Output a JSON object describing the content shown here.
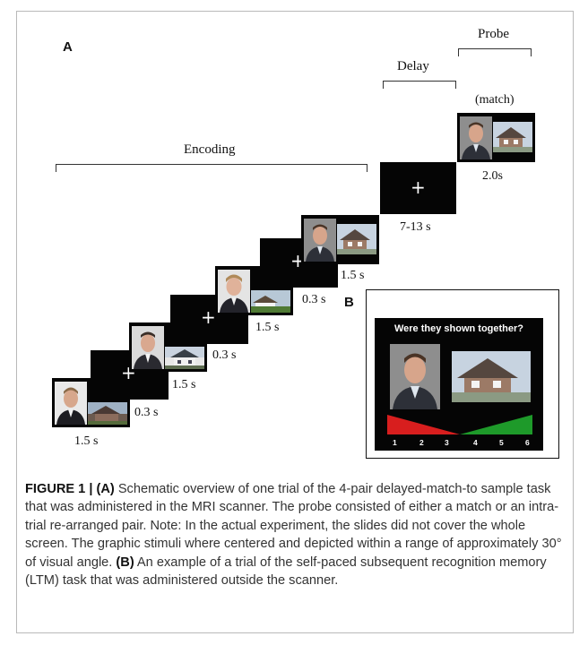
{
  "panel_a": {
    "letter": "A",
    "phases": {
      "probe": "Probe",
      "delay": "Delay",
      "encoding": "Encoding"
    },
    "probe_type": "(match)",
    "durations": {
      "pair1": "1.5 s",
      "isi1": "0.3 s",
      "pair2": "1.5 s",
      "isi2": "0.3 s",
      "pair3": "1.5 s",
      "isi3": "0.3 s",
      "pair4": "1.5 s",
      "delay": "7-13 s",
      "probe": "2.0s"
    },
    "fixation_symbol": "+"
  },
  "panel_b": {
    "letter": "B",
    "question": "Were they shown together?",
    "scale": [
      "1",
      "2",
      "3",
      "4",
      "5",
      "6"
    ],
    "colors": {
      "low": "#d81e1e",
      "high": "#1e9a2a"
    }
  },
  "caption": {
    "figure_label": "FIGURE 1 | ",
    "a_label": "(A)",
    "text_a": " Schematic overview of one trial of the 4-pair delayed-match-to sample task that was administered in the MRI scanner. The probe consisted of either a match or an intra-trial re-arranged pair. Note: In the actual experiment, the slides did not cover the whole screen. The graphic stimuli where centered and depicted within a range of approximately 30° of visual angle. ",
    "b_label": "(B)",
    "text_b": " An example of a trial of the self-paced subsequent recognition memory (LTM) task that was administered outside the scanner."
  }
}
